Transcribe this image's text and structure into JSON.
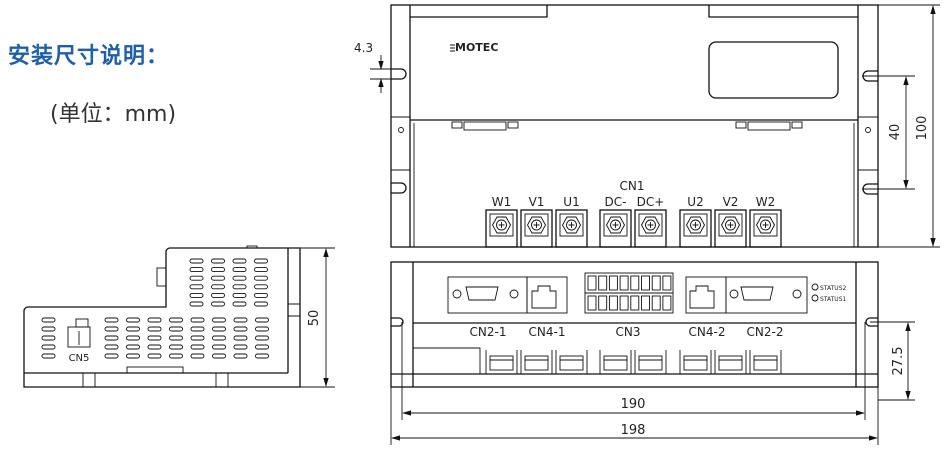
{
  "header": {
    "title": "安装尺寸说明：",
    "unit": "(单位：mm)"
  },
  "top_view": {
    "logo": "MOTEC",
    "connector_group": "CN1",
    "terminals": [
      "W1",
      "V1",
      "U1",
      "DC-",
      "DC+",
      "U2",
      "V2",
      "W2"
    ],
    "dims": {
      "slot": "4.3",
      "hole_spacing": "40",
      "height": "100"
    }
  },
  "front_view": {
    "connectors": [
      "CN2-1",
      "CN4-1",
      "CN3",
      "CN4-2",
      "CN2-2"
    ],
    "status_leds": [
      "STATUS2",
      "STATUS1"
    ],
    "dims": {
      "hole_height": "27.5",
      "hole_spacing": "190",
      "width": "198"
    }
  },
  "side_view": {
    "connector": "CN5",
    "dims": {
      "height": "50"
    }
  }
}
